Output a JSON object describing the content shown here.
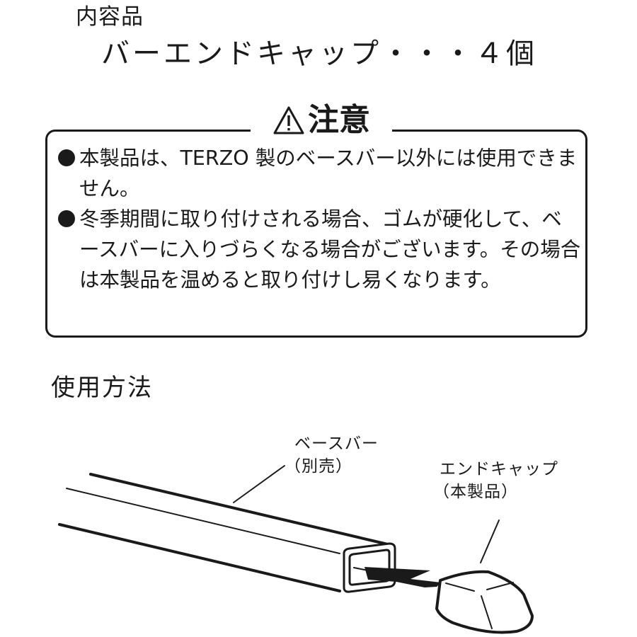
{
  "contents": {
    "title": "内容品",
    "item": "バーエンドキャップ・・・４個"
  },
  "caution": {
    "icon": "warning-triangle-icon",
    "heading": "注意",
    "items": [
      "本製品は、TERZO 製のベースバー以外には使用できません。",
      "冬季期間に取り付けされる場合、ゴムが硬化して、ベースバーに入りづらくなる場合がございます。その場合は本製品を温めると取り付けし易くなります。"
    ]
  },
  "usage": {
    "title": "使用方法",
    "diagram": {
      "base_bar_label": "ベースバー",
      "base_bar_note": "（別売）",
      "end_cap_label": "エンドキャップ",
      "end_cap_note": "（本製品）",
      "arrow_icon": "insert-arrow-icon"
    }
  }
}
